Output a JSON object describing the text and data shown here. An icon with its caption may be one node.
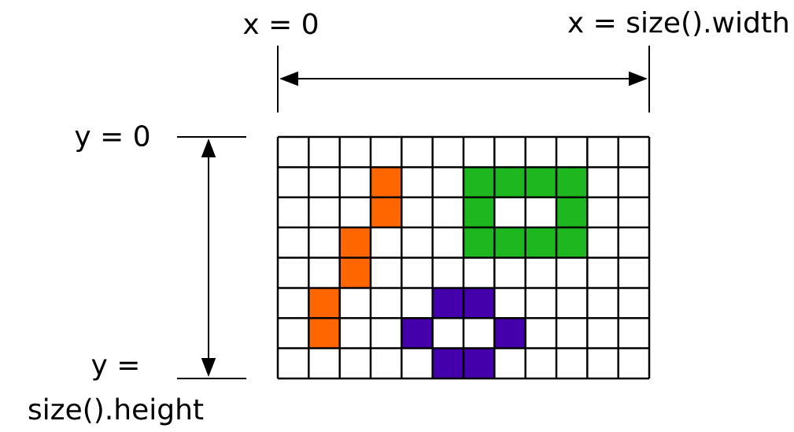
{
  "diagram": {
    "labels": [
      "x = 0",
      "x = size().width",
      "y = 0",
      "y =",
      "size().height"
    ]
  }
}
